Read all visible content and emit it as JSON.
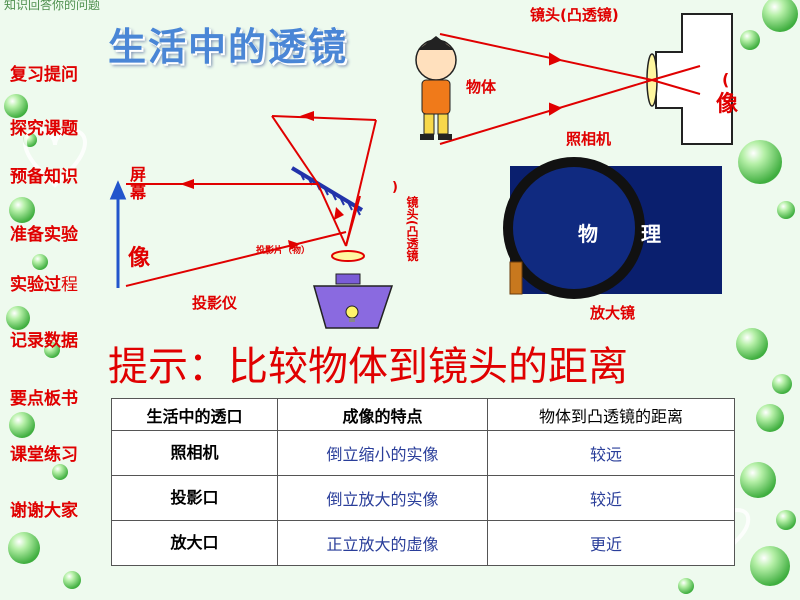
{
  "corner_note": "知识回答你的问题",
  "title": "生活中的透镜",
  "nav": {
    "items": [
      {
        "label": "复习提问"
      },
      {
        "label": "探究课题"
      },
      {
        "label": "预备知识"
      },
      {
        "label": "准备实验"
      },
      {
        "label": "实验过",
        "label_suffix": "程"
      },
      {
        "label": "记录数据"
      },
      {
        "label": "要点板书"
      },
      {
        "label": "课堂练习"
      },
      {
        "label": "谢谢大家"
      }
    ]
  },
  "camera": {
    "lens_label": "镜头(凸透镜)",
    "object_label": "物体",
    "name_label": "照相机",
    "image_label": "像",
    "image_bracket": "("
  },
  "projector": {
    "screen_label": "屏幕",
    "image_label": "像",
    "slide_label": "投影片（物）",
    "lens_bracket": ")",
    "lens_label": "镜头(凸透镜",
    "name_label": "投影仪"
  },
  "magnifier": {
    "inner_text": "物 理",
    "name_label": "放大镜"
  },
  "hint": "提示：比较物体到镜头的距离",
  "table": {
    "headers": [
      "生活中的透口",
      "成像的特点",
      "物体到凸透镜的距离"
    ],
    "rows": [
      {
        "name": "照相机",
        "feature": "倒立缩小的实像",
        "distance": "较远"
      },
      {
        "name": "投影口",
        "feature": "倒立放大的实像",
        "distance": "较近"
      },
      {
        "name": "放大口",
        "feature": "正立放大的虚像",
        "distance": "更近"
      }
    ]
  },
  "colors": {
    "accent_red": "#e00000",
    "title_blue": "#4a86d6",
    "table_text_blue": "#2a3e9a",
    "magnifier_bg": "#0a1f6e",
    "background": "#eefaee"
  }
}
